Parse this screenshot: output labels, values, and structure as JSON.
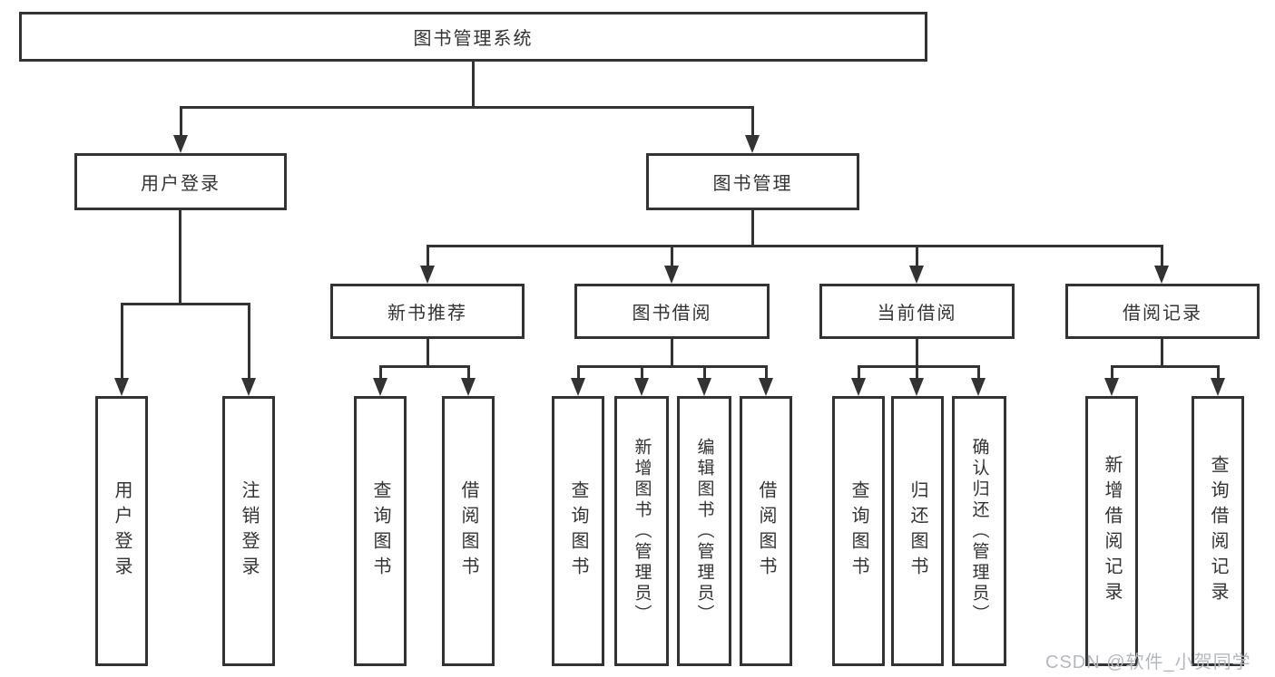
{
  "colors": {
    "line": "#333333",
    "text": "#333333",
    "watermark": "#b4b8bc",
    "background": "#ffffff"
  },
  "watermark": "CSDN @软件_小贺同学",
  "tree": {
    "root": "图书管理系统",
    "branches": [
      {
        "label": "用户登录",
        "children": [
          "用户登录",
          "注销登录"
        ]
      },
      {
        "label": "图书管理",
        "children": [
          {
            "label": "新书推荐",
            "children": [
              "查询图书",
              "借阅图书"
            ]
          },
          {
            "label": "图书借阅",
            "children": [
              "查询图书",
              "新增图书（管理员）",
              "编辑图书（管理员）",
              "借阅图书"
            ]
          },
          {
            "label": "当前借阅",
            "children": [
              "查询图书",
              "归还图书",
              "确认归还（管理员）"
            ]
          },
          {
            "label": "借阅记录",
            "children": [
              "新增借阅记录",
              "查询借阅记录"
            ]
          }
        ]
      }
    ]
  }
}
